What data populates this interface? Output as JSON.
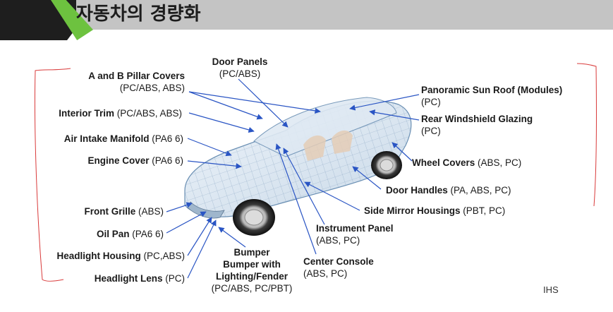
{
  "title": "자동차의 경량화",
  "source": "IHS",
  "labels": {
    "door_panels_name": "Door Panels",
    "door_panels_mat": "(PC/ABS)",
    "pillar_name": "A and B Pillar Covers",
    "pillar_mat": "(PC/ABS, ABS)",
    "interior_name": "Interior Trim",
    "interior_mat": " (PC/ABS, ABS)",
    "intake_name": "Air Intake Manifold",
    "intake_mat": " (PA6 6)",
    "engine_name": "Engine Cover",
    "engine_mat": " (PA6 6)",
    "grille_name": "Front Grille",
    "grille_mat": " (ABS)",
    "oilpan_name": "Oil Pan",
    "oilpan_mat": " (PA6 6)",
    "hlhousing_name": "Headlight Housing",
    "hlhousing_mat": " (PC,ABS)",
    "hllens_name": "Headlight Lens",
    "hllens_mat": " (PC)",
    "bumper_l1": "Bumper",
    "bumper_l2": "Bumper with",
    "bumper_l3": "Lighting/Fender",
    "bumper_mat": "(PC/ABS, PC/PBT)",
    "console_name": "Center Console",
    "console_mat": "(ABS, PC)",
    "instr_name": "Instrument Panel",
    "instr_mat": "(ABS, PC)",
    "mirror_name": "Side Mirror Housings",
    "mirror_mat": " (PBT, PC)",
    "handles_name": "Door Handles",
    "handles_mat": " (PA, ABS, PC)",
    "wheel_name": "Wheel Covers",
    "wheel_mat": " (ABS, PC)",
    "rearglass_name": "Rear Windshield Glazing",
    "rearglass_mat": "(PC)",
    "sunroof_name": "Panoramic Sun Roof (Modules)",
    "sunroof_mat": "(PC)"
  },
  "colors": {
    "header_grey": "#c4c4c4",
    "header_dark": "#1e1e1e",
    "header_green": "#6dc23f",
    "arrow": "#2a55c4",
    "annotation_red": "#d93a3a",
    "car_mesh": "#6a8fb3"
  }
}
